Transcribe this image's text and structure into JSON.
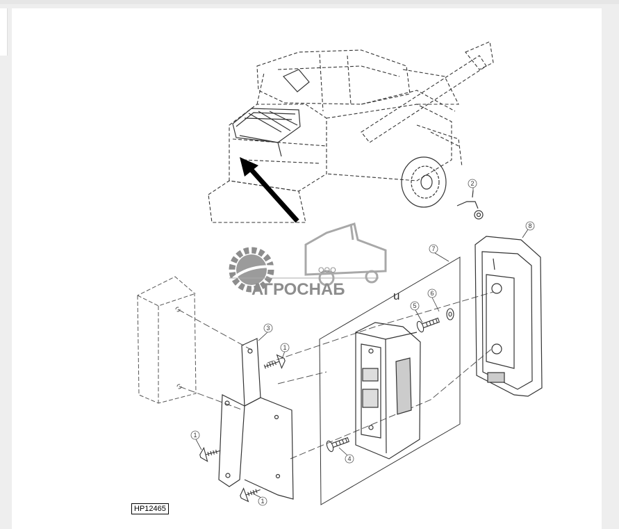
{
  "figure": {
    "id": "HP12465",
    "stray_mark": "u"
  },
  "callouts": [
    "1",
    "1",
    "1",
    "1",
    "2",
    "3",
    "4",
    "5",
    "6",
    "7",
    "8"
  ],
  "watermark": {
    "company": "АГРОСНАБ",
    "prefix": "ООО",
    "color": "#7a7a7a"
  },
  "colors": {
    "line": "#333333",
    "dash": "#555555",
    "arrow": "#000000"
  }
}
